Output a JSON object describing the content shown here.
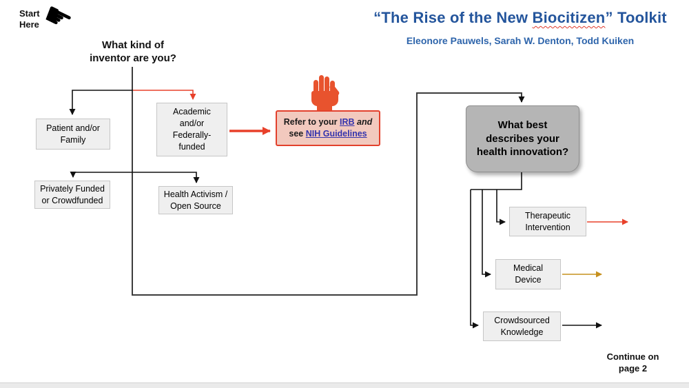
{
  "header": {
    "title_prefix": "“The Rise of the New ",
    "title_word_flagged": "Biocitizen",
    "title_suffix": "” Toolkit",
    "authors": "Eleonore Pauwels, Sarah W. Denton, Todd Kuiken"
  },
  "start": {
    "label": "Start Here",
    "pointer_glyph": "☛"
  },
  "questions": {
    "inventor": "What kind of inventor are you?",
    "innovation": "What best describes your health innovation?"
  },
  "inventor_options": {
    "patient": "Patient and/or Family",
    "academic": "Academic and/or Federally-funded",
    "privately": "Privately Funded or Crowdfunded",
    "health_activism": "Health Activism / Open Source"
  },
  "refer_box": {
    "line1_prefix": "Refer to your ",
    "irb_link_label": "IRB",
    "line1_suffix": " and",
    "line2_prefix": "see ",
    "nih_link_label": "NIH Guidelines"
  },
  "innovation_options": {
    "therapeutic": "Therapeutic Intervention",
    "medical": "Medical Device",
    "crowdsourced": "Crowdsourced Knowledge"
  },
  "footer": {
    "continue_label": "Continue on page 2"
  },
  "icons": {
    "pointing_hand": "pointing-hand-icon",
    "stop_hand": "stop-hand-icon"
  },
  "colors": {
    "title_blue": "#24559c",
    "authors_blue": "#2d64ab",
    "link_blue": "#3434ad",
    "accent_red": "#e8402a",
    "refer_bg_pink": "#f2c9be",
    "hand_orange": "#e8532e",
    "arrow_gold": "#c6901d",
    "question_box_gray": "#b5b5b5",
    "option_box_gray": "#efefef"
  }
}
